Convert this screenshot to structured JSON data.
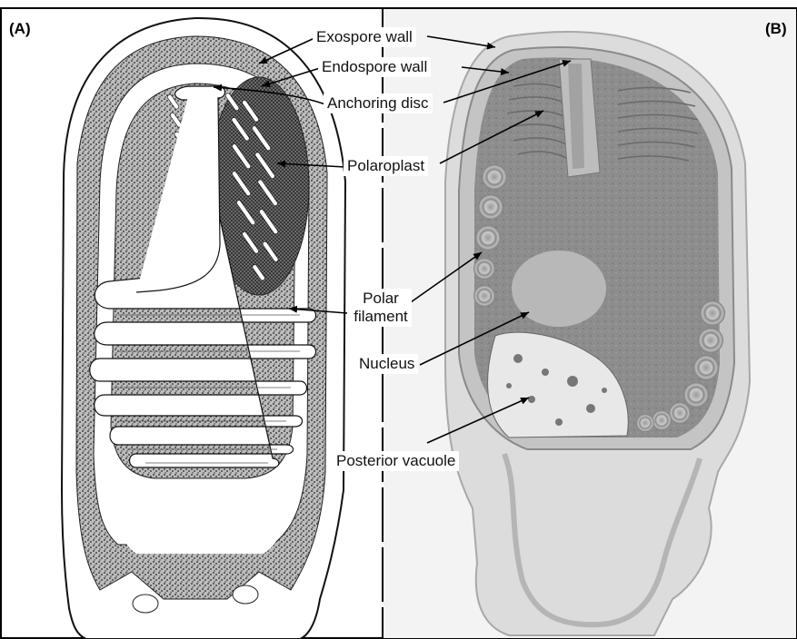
{
  "panels": {
    "left_label": "(A)",
    "right_label": "(B)"
  },
  "labels": {
    "exospore_wall": "Exospore wall",
    "endospore_wall": "Endospore wall",
    "anchoring_disc": "Anchoring disc",
    "polaroplast": "Polaroplast",
    "polar_filament_line1": "Polar",
    "polar_filament_line2": "filament",
    "nucleus": "Nucleus",
    "posterior_vacuole": "Posterior vacuole"
  },
  "colors": {
    "frame": "#000000",
    "stipple_dark": "#3a3a3a",
    "tem_cytoplasm": "#8e8e8e",
    "tem_wall": "#bdbdbd",
    "tem_background": "#f2f2f2"
  }
}
